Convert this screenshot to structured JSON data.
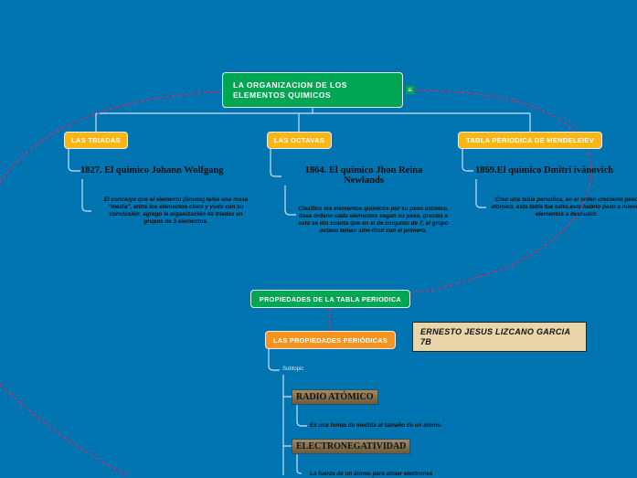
{
  "central": {
    "title": "LA ORGANIZACION DE LOS ELEMENTOS QUIMICOS",
    "notes_icon": "menu-icon"
  },
  "branches": [
    {
      "label": "LAS TRIADAS",
      "heading": "1827. El quimico Johann Wolfgang",
      "note": "El concluyo que el elemento (bromo) tenia una masa \"media\", entre los elementos cloro y yodo con su conclusión, agrego la organización de triadas en grupos de 3 elementos."
    },
    {
      "label": "LAS OCTAVAS",
      "heading": "1864. El químico Jhon Reina Newlands",
      "note": "Clasifico los elementos quimicos por su peso atómico, ósea ordeno cada elementos según su peso, gracias a esto se dio cuenta que en el de conjunto de 7, el grupo octavo tenian simi-litud con el primero."
    },
    {
      "label": "TABLA PERIODICA DE MENDELEIEV",
      "heading": "1869.El quimico Dmitri ivánovich",
      "note": "Creo una tabla periodica, en el orden creciente peso atomico, esta tabla fue exito,esto habrio paso a nuevos elementos a descubrir."
    }
  ],
  "second": {
    "title": "PROPIEDADES DE LA TABLA PERIODICA",
    "sub": "LAS PROPIEDADES PERIÓDICAS",
    "subtopic": "Subtopic",
    "items": [
      {
        "label": "RADIO ATÓMICO",
        "note": "Es una forma de medida al tamaño de un atomo."
      },
      {
        "label": "ELECTRONEGATIVIDAD",
        "note": "La fuerza de un átomo para atraer electrones"
      }
    ]
  },
  "author": "ERNESTO JESUS LIZCANO GARCIA 7B",
  "colors": {
    "background": "#0073b1",
    "central": "#00a651",
    "branch": "#fbb615",
    "sub": "#f7941d",
    "relationship": "#e0245e"
  }
}
